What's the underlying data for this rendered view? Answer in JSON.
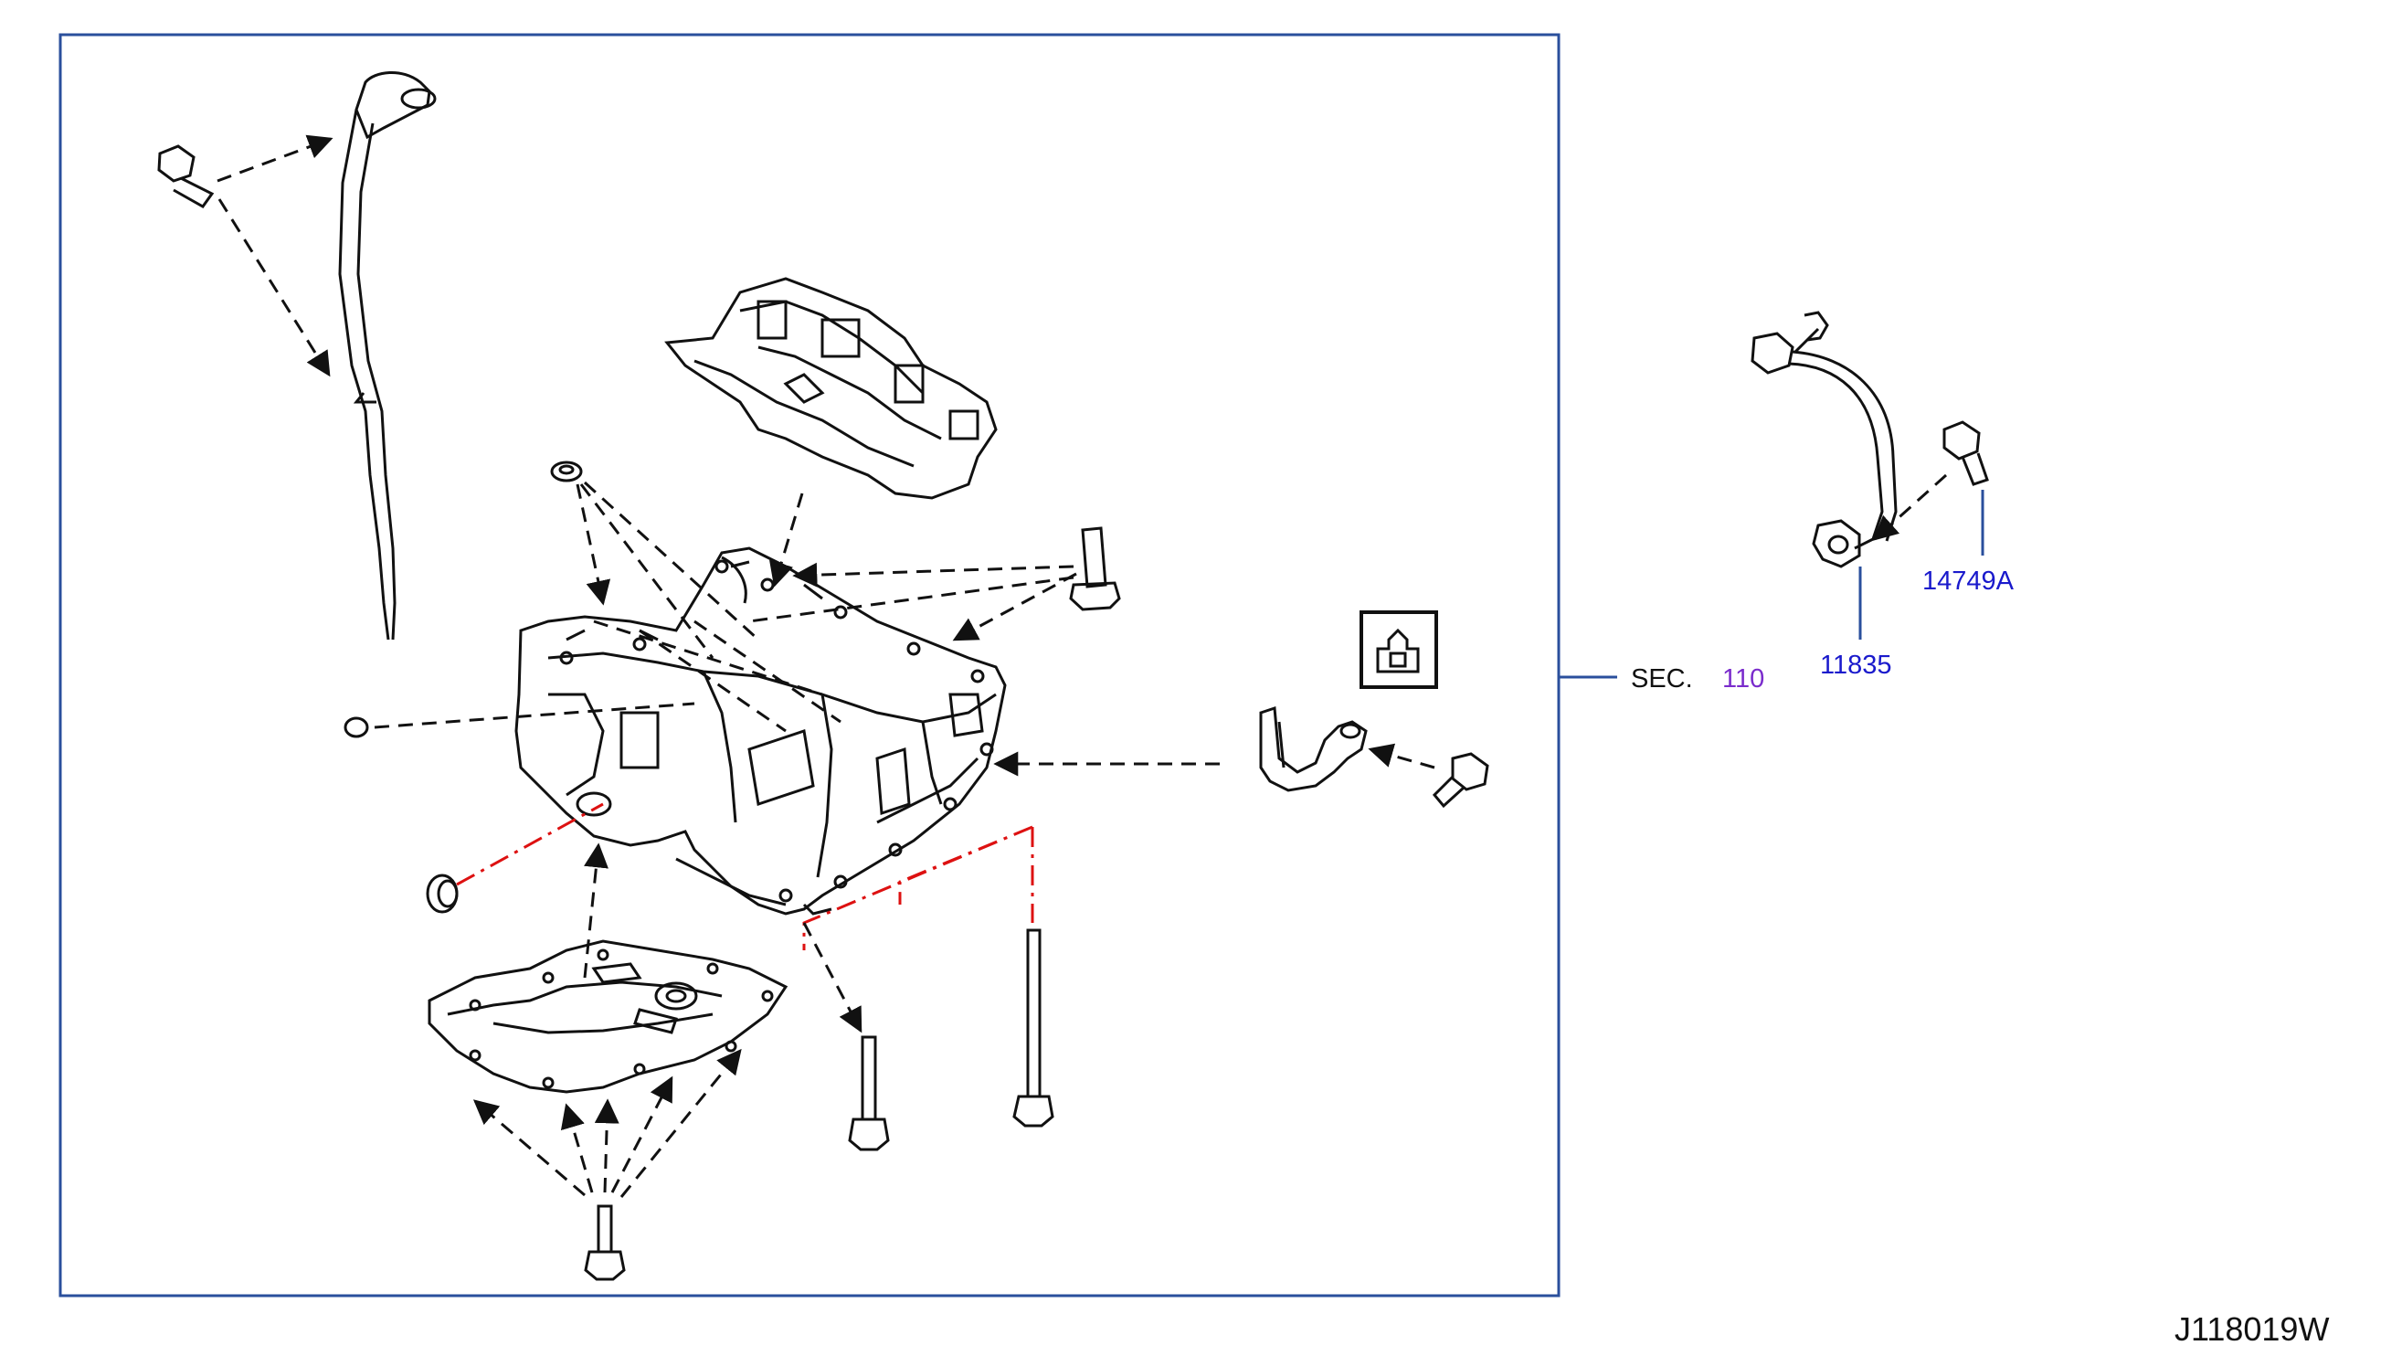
{
  "diagram": {
    "section_label": "SEC.",
    "section_number": "110",
    "callouts": [
      {
        "id": "11835"
      },
      {
        "id": "14749A"
      }
    ],
    "drawing_code": "J118019W",
    "colors": {
      "frame": "#2a4f9c",
      "callout_line": "#2a4f9c",
      "callout_text": "#1a1acc",
      "section_number": "#7a2ccc",
      "red_dash": "#dd1111",
      "ink": "#111111"
    }
  }
}
